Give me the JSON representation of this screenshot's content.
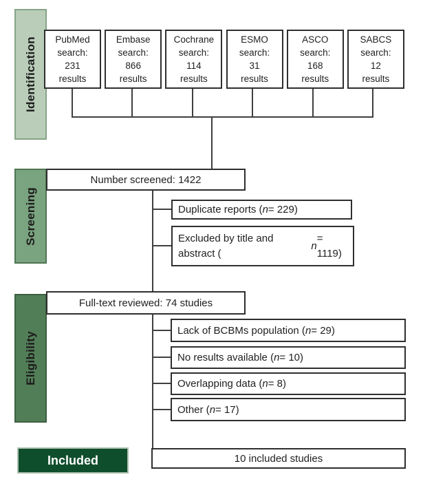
{
  "stages": {
    "identification": "Identification",
    "screening": "Screening",
    "eligibility": "Eligibility",
    "included": "Included"
  },
  "sources": [
    {
      "name": "pubmed",
      "text": "PubMed\nsearch:\n231\nresults"
    },
    {
      "name": "embase",
      "text": "Embase\nsearch:\n866\nresults"
    },
    {
      "name": "cochrane",
      "text": "Cochrane\nsearch:\n114\nresults"
    },
    {
      "name": "esmo",
      "text": "ESMO\nsearch:\n31\nresults"
    },
    {
      "name": "asco",
      "text": "ASCO\nsearch:\n168\nresults"
    },
    {
      "name": "sabcs",
      "text": "SABCS\nsearch:\n12\nresults"
    }
  ],
  "screening": {
    "main": "Number screened: 1422",
    "exclusions": [
      "Duplicate reports (n = 229)",
      "Excluded by title and abstract (n = 1119)"
    ]
  },
  "eligibility": {
    "main": "Full-text reviewed: 74 studies",
    "exclusions": [
      "Lack of BCBMs population (n = 29)",
      "No results available (n = 10)",
      "Overlapping data (n = 8)",
      "Other (n = 17)"
    ]
  },
  "included": {
    "main": "10 included studies"
  },
  "colors": {
    "ident_fill": "#b9cdb9",
    "ident_border": "#85a386",
    "screen_fill": "#7aa37f",
    "screen_border": "#4e7552",
    "elig_fill": "#527e57",
    "elig_border": "#3c5f41",
    "incl_fill": "#0f4e2d",
    "incl_border": "#aebfae",
    "box_border": "#2e2e2e",
    "line": "#3f3f3f",
    "text": "#1f1f1f"
  }
}
